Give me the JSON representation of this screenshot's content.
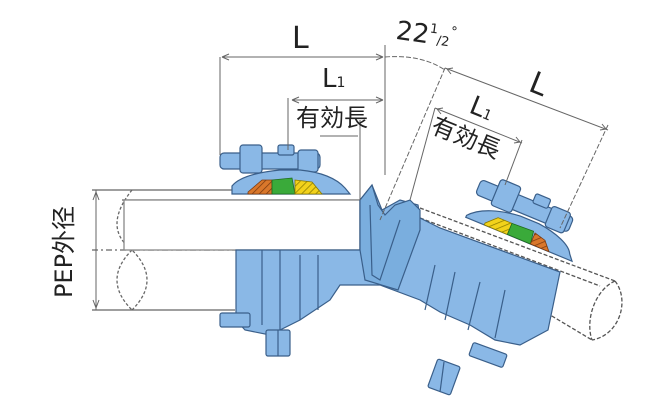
{
  "diagram": {
    "title": "22½° bend fitting for PE pipe — dimension drawing",
    "labels": {
      "length_main": "L",
      "length_main_angled": "L",
      "length_eff_symbol": "L",
      "length_eff_subscript": "1",
      "length_eff_angled_symbol": "L",
      "length_eff_angled_subscript": "1",
      "effective_length": "有効長",
      "effective_length_angled": "有効長",
      "angle_whole": "22",
      "angle_fraction_num": "1",
      "angle_fraction_den": "2",
      "angle_degree": "°",
      "pipe_outer_diameter": "PEP外径"
    },
    "colors": {
      "body_fill": "#8ab8e6",
      "body_stroke": "#3a5f8a",
      "gasket_green": "#3aaa3a",
      "gasket_orange": "#d9772b",
      "gasket_yellow": "#f2d21b",
      "line": "#555555",
      "text": "#222222"
    },
    "components": [
      "straight-pipe-left",
      "angled-pipe-right",
      "fitting-body",
      "gland-bolt-top-left",
      "gland-bolt-top-right",
      "flange-bolt-bottom-left",
      "flange-bolt-bottom-right",
      "rubber-gasket-left",
      "rubber-gasket-right"
    ]
  }
}
